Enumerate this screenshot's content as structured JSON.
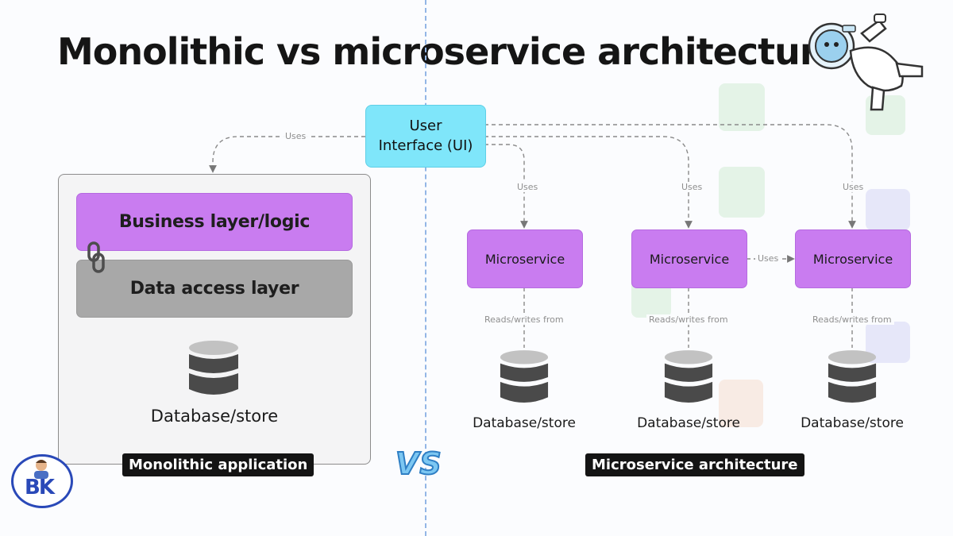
{
  "title": "Monolithic vs microservice architecture",
  "user_interface": {
    "line1": "User",
    "line2": "Interface (UI)"
  },
  "connector_uses": "Uses",
  "connector_reads_writes": "Reads/writes from",
  "monolith": {
    "business_layer": "Business layer/logic",
    "data_access_layer": "Data access layer",
    "database_label": "Database/store",
    "tag": "Monolithic application"
  },
  "microservices": [
    {
      "name": "Microservice",
      "database_label": "Database/store"
    },
    {
      "name": "Microservice",
      "database_label": "Database/store"
    },
    {
      "name": "Microservice",
      "database_label": "Database/store"
    }
  ],
  "microservice_tag": "Microservice architecture",
  "vs_label": "VS",
  "logo_text": "BK",
  "colors": {
    "purple": "#c97cf0",
    "gray_layer": "#a8a8a8",
    "ui_cyan": "#7fe6fa",
    "database": "#4a4a4a",
    "divider": "#93b6e6",
    "vs_blue": "#7cc7f2"
  },
  "icons": [
    "link-icon",
    "database-icon",
    "astronaut-illustration",
    "logo-avatar-icon"
  ]
}
